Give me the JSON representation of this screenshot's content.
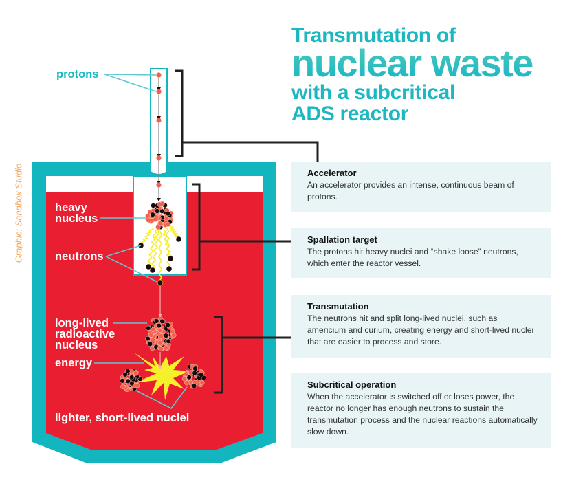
{
  "title": {
    "line1": "Transmutation of",
    "line2": "nuclear waste",
    "line3": "with a subcritical",
    "line4": "ADS reactor"
  },
  "credit": "Graphic: Sandbox Studio",
  "labels": {
    "protons": "protons",
    "heavy_nucleus": [
      "heavy",
      "nucleus"
    ],
    "neutrons": "neutrons",
    "long_lived": [
      "long-lived",
      "radioactive",
      "nucleus"
    ],
    "energy": "energy",
    "lighter": "lighter, short-lived nuclei"
  },
  "info_boxes": [
    {
      "title": "Accelerator",
      "text": "An accelerator provides an intense, continuous beam of protons."
    },
    {
      "title": "Spallation target",
      "text": "The protons hit heavy nuclei and “shake loose” neutrons, which enter the reactor vessel."
    },
    {
      "title": "Transmutation",
      "text": "The neutrons hit and split long-lived nuclei, such as americium and curium, creating energy and short-lived nuclei that are easier to process and store."
    },
    {
      "title": "Subcritical operation",
      "text": "When the accelerator is switched off or loses power, the reactor no longer has enough neutrons to sustain the transmutation process and the nuclear reactions automatically slow down."
    }
  ],
  "colors": {
    "teal": "#13b5bf",
    "reactor_red": "#e91e31",
    "proton": "#f2614b",
    "neutron": "#1a0a0a",
    "energy_yellow": "#f6f02c",
    "box_bg": "#e8f4f6",
    "credit_orange": "#f3a75d"
  }
}
